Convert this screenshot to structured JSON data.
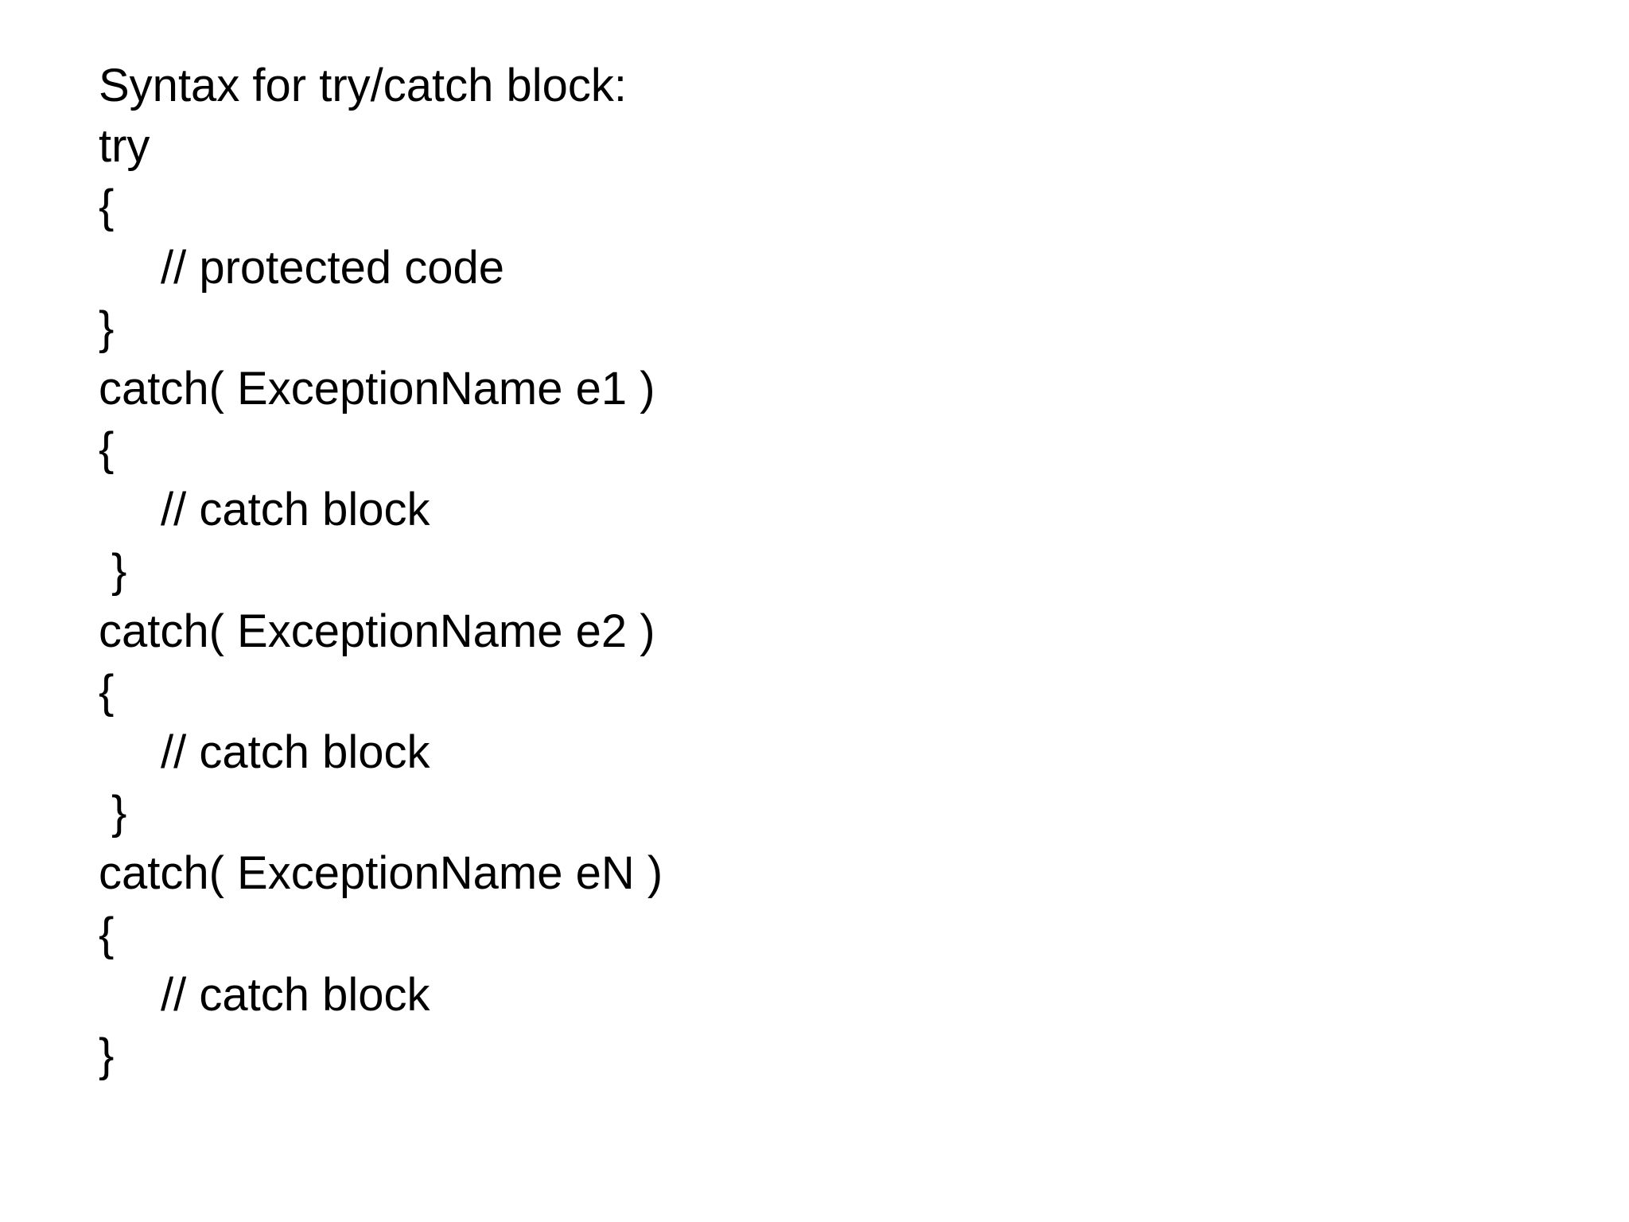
{
  "title": "Syntax for try/catch block:",
  "lines": [
    "try",
    "{",
    "// protected code",
    "}",
    "catch( ExceptionName e1 )",
    "{",
    "// catch block",
    "}",
    "catch( ExceptionName e2 )",
    "{",
    "// catch block",
    "}",
    "catch( ExceptionName eN )",
    "{",
    "// catch block",
    "}"
  ],
  "colors": {
    "background": "#ffffff",
    "text": "#000000"
  }
}
